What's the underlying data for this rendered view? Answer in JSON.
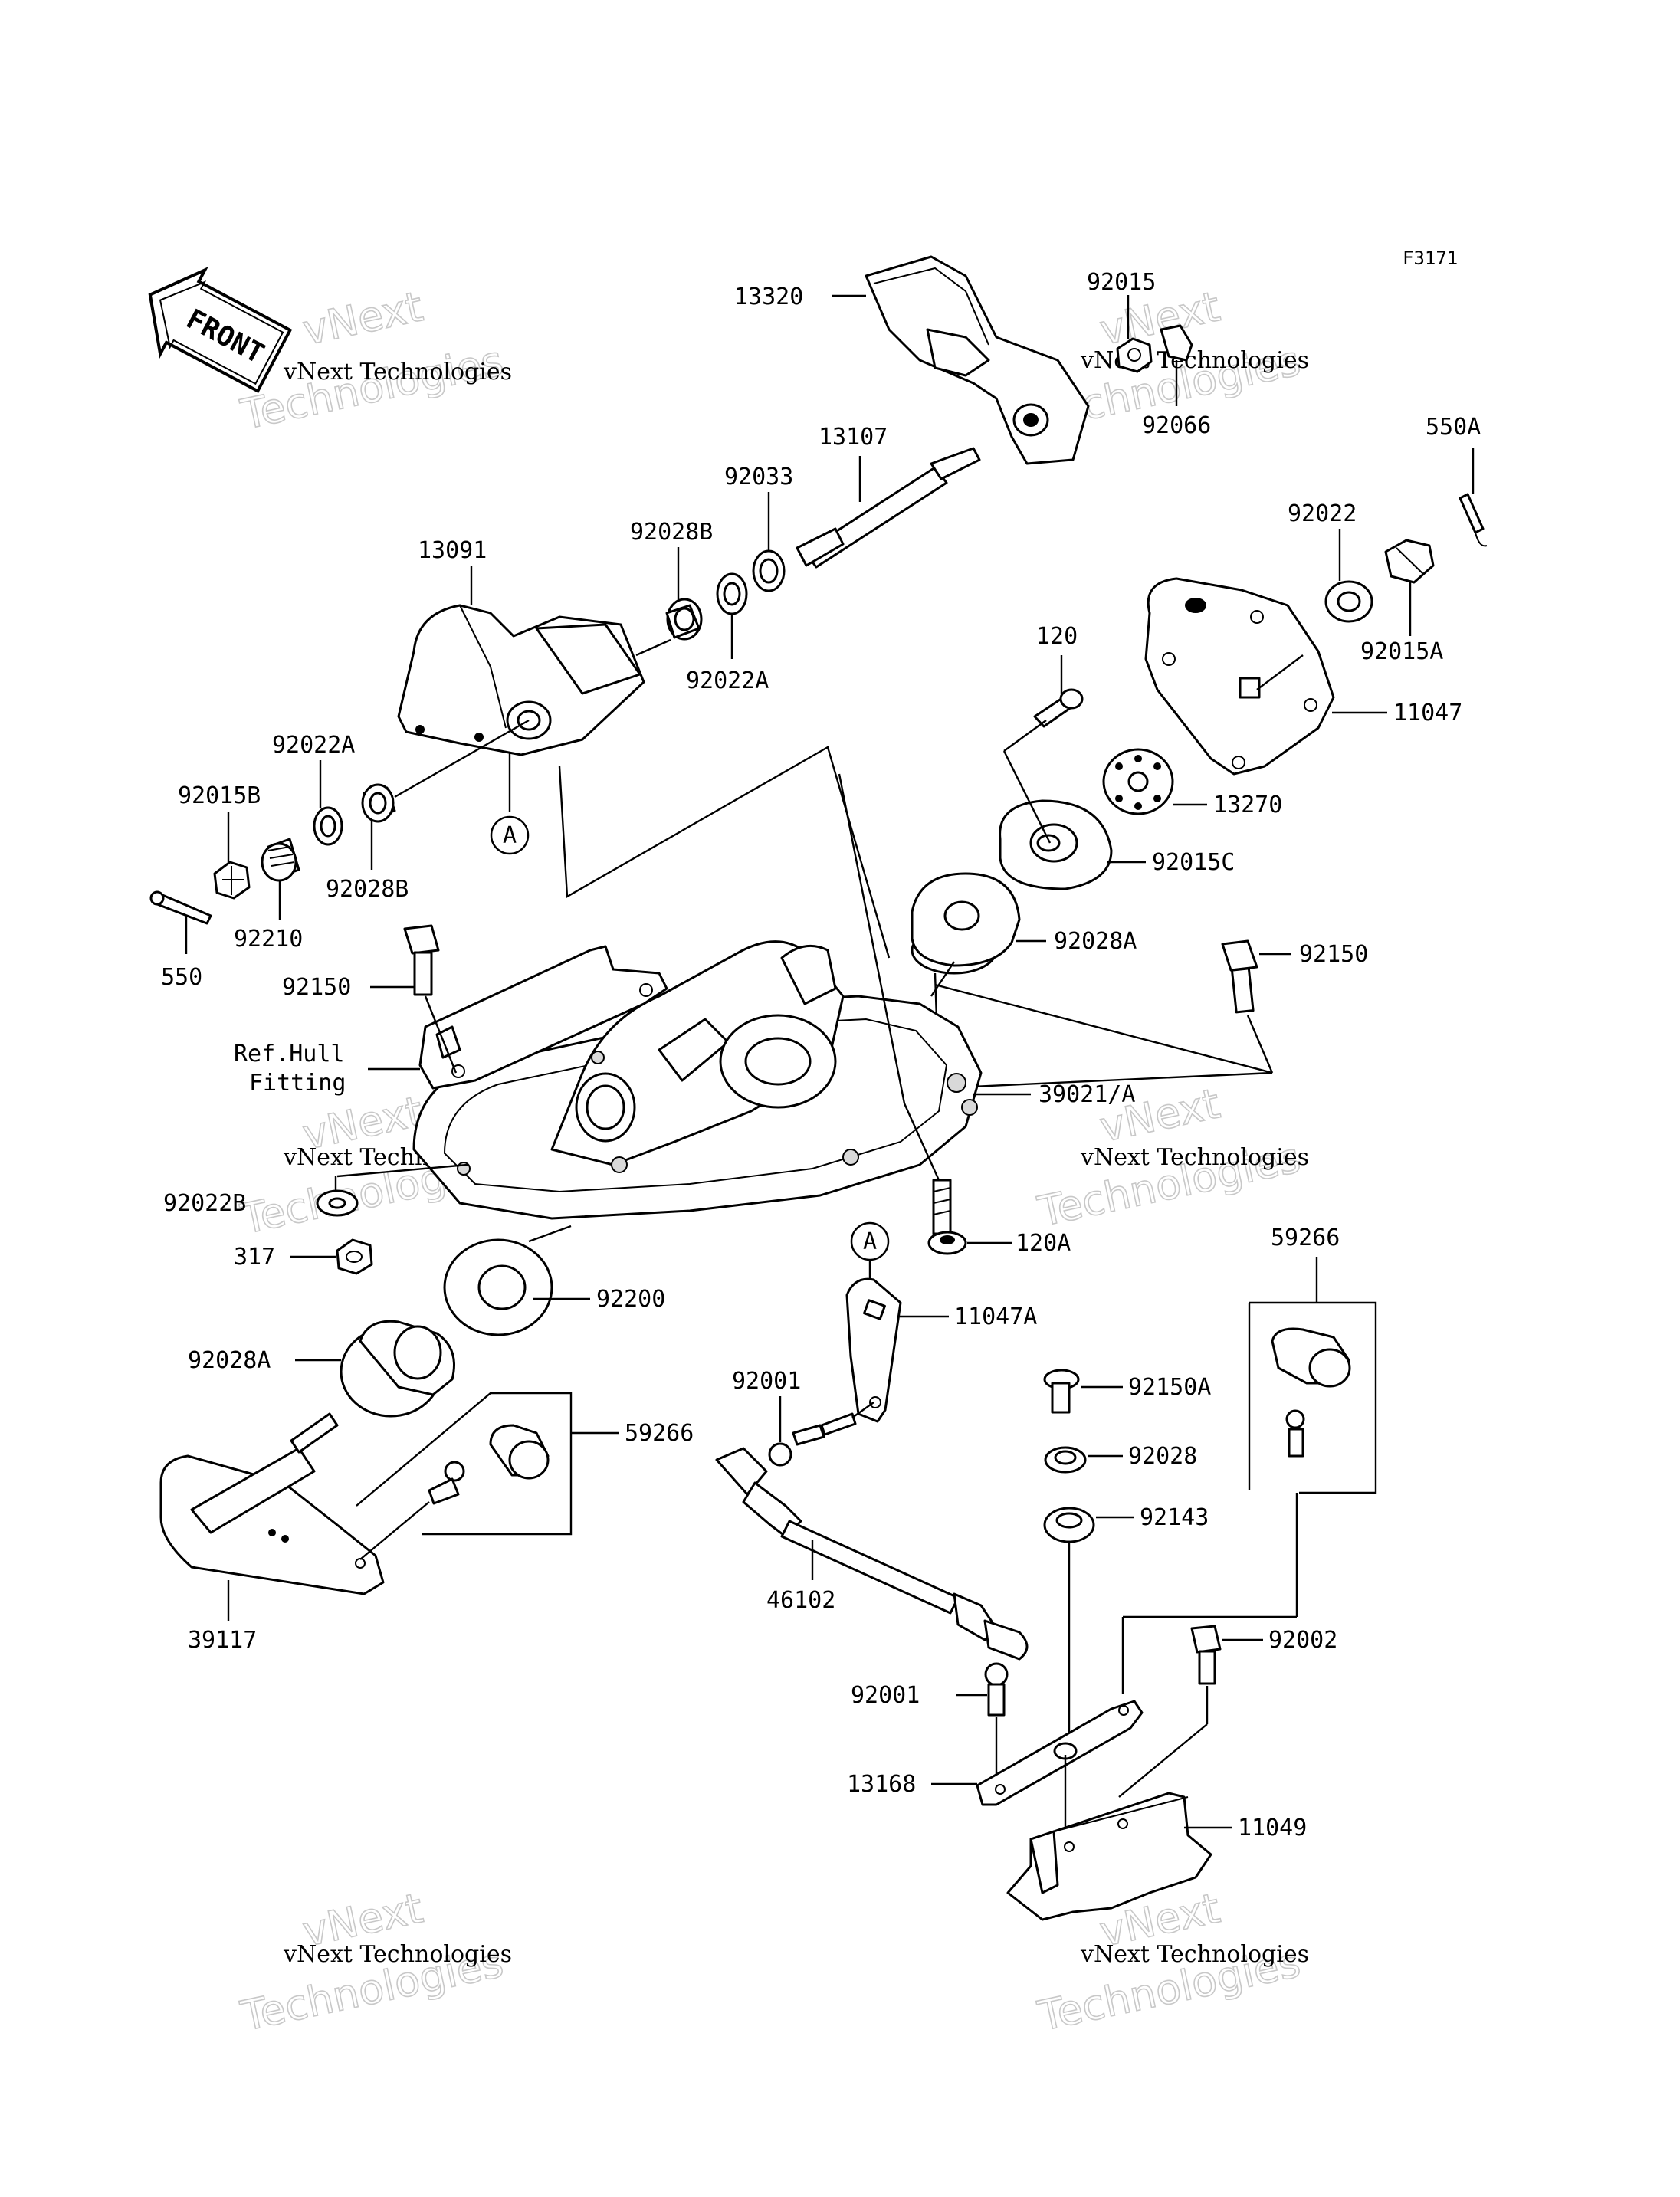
{
  "diagram_code": "F3171",
  "front_label": "FRONT",
  "watermark": {
    "line1": "vNext",
    "line2": "Technologies",
    "full": "vNext Technologies"
  },
  "callout_A": "A",
  "labels": {
    "p13320": "13320",
    "p92015": "92015",
    "p92066": "92066",
    "p550A": "550A",
    "p13107": "13107",
    "p92033": "92033",
    "p92028B_top": "92028B",
    "p92022A_top": "92022A",
    "p13091": "13091",
    "p92022": "92022",
    "p92015A": "92015A",
    "p11047": "11047",
    "p120": "120",
    "p13270": "13270",
    "p92015C": "92015C",
    "p92022A_left": "92022A",
    "p92015B": "92015B",
    "p92028B_left": "92028B",
    "p92210": "92210",
    "p550": "550",
    "p92150_left": "92150",
    "p92028A_mid": "92028A",
    "p92150_right": "92150",
    "ref_hull_1": "Ref.Hull",
    "ref_hull_2": "Fitting",
    "p39021A": "39021/A",
    "p92022B": "92022B",
    "p120A": "120A",
    "p317": "317",
    "p92200": "92200",
    "p11047A": "11047A",
    "p59266_right": "59266",
    "p92028A_left": "92028A",
    "p92001_top": "92001",
    "p59266_left": "59266",
    "p92150A": "92150A",
    "p92028": "92028",
    "p92143": "92143",
    "p39117": "39117",
    "p46102": "46102",
    "p92002": "92002",
    "p92001_bottom": "92001",
    "p13168": "13168",
    "p11049": "11049"
  }
}
